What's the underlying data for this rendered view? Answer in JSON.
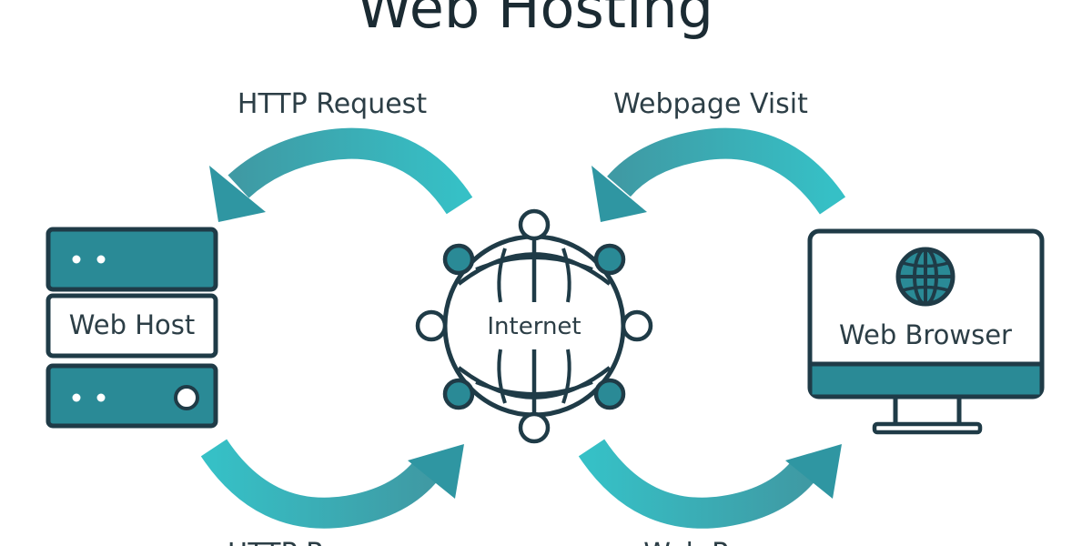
{
  "title": "Web Hosting",
  "labels": {
    "http_request": "HTTP Request",
    "webpage_visit": "Webpage Visit",
    "http_response": "HTTP Response",
    "web_page": "Web Page"
  },
  "nodes": {
    "web_host": "Web Host",
    "internet": "Internet",
    "web_browser": "Web Browser"
  },
  "colors": {
    "teal_dark": "#2a8a96",
    "teal_arrow": "#3db7bc",
    "outline": "#1f3b47",
    "node_fill": "#ffffff"
  }
}
